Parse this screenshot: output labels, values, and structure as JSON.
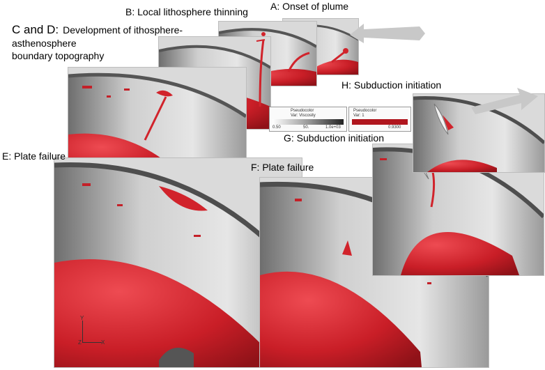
{
  "labels": {
    "a": "A: Onset of plume",
    "b": "B: Local lithosphere thinning",
    "cd_prefix": "C and D:",
    "cd_line1": "Development of ithosphere-",
    "cd_line2": "asthenosphere",
    "cd_line3": "boundary topography",
    "e": "E: Plate failure",
    "f": "F: Plate failure",
    "g": "G: Subduction initiation",
    "h": "H: Subduction initiation"
  },
  "legend": {
    "viscosity": {
      "title1": "Pseudocolor",
      "title2": "Var: Viscosity",
      "min": "0.50",
      "mid": "50.",
      "max": "1.0e+03"
    },
    "var1": {
      "title1": "Pseudocolor",
      "title2": "Var: 1",
      "value": "0.9300"
    }
  },
  "axes": {
    "y": "Y",
    "z": "Z",
    "x": "X"
  },
  "colors": {
    "plume_red": "#d1232b",
    "shell_gray": "#bfbfbf",
    "arrow_gray": "#c8c8c8"
  }
}
